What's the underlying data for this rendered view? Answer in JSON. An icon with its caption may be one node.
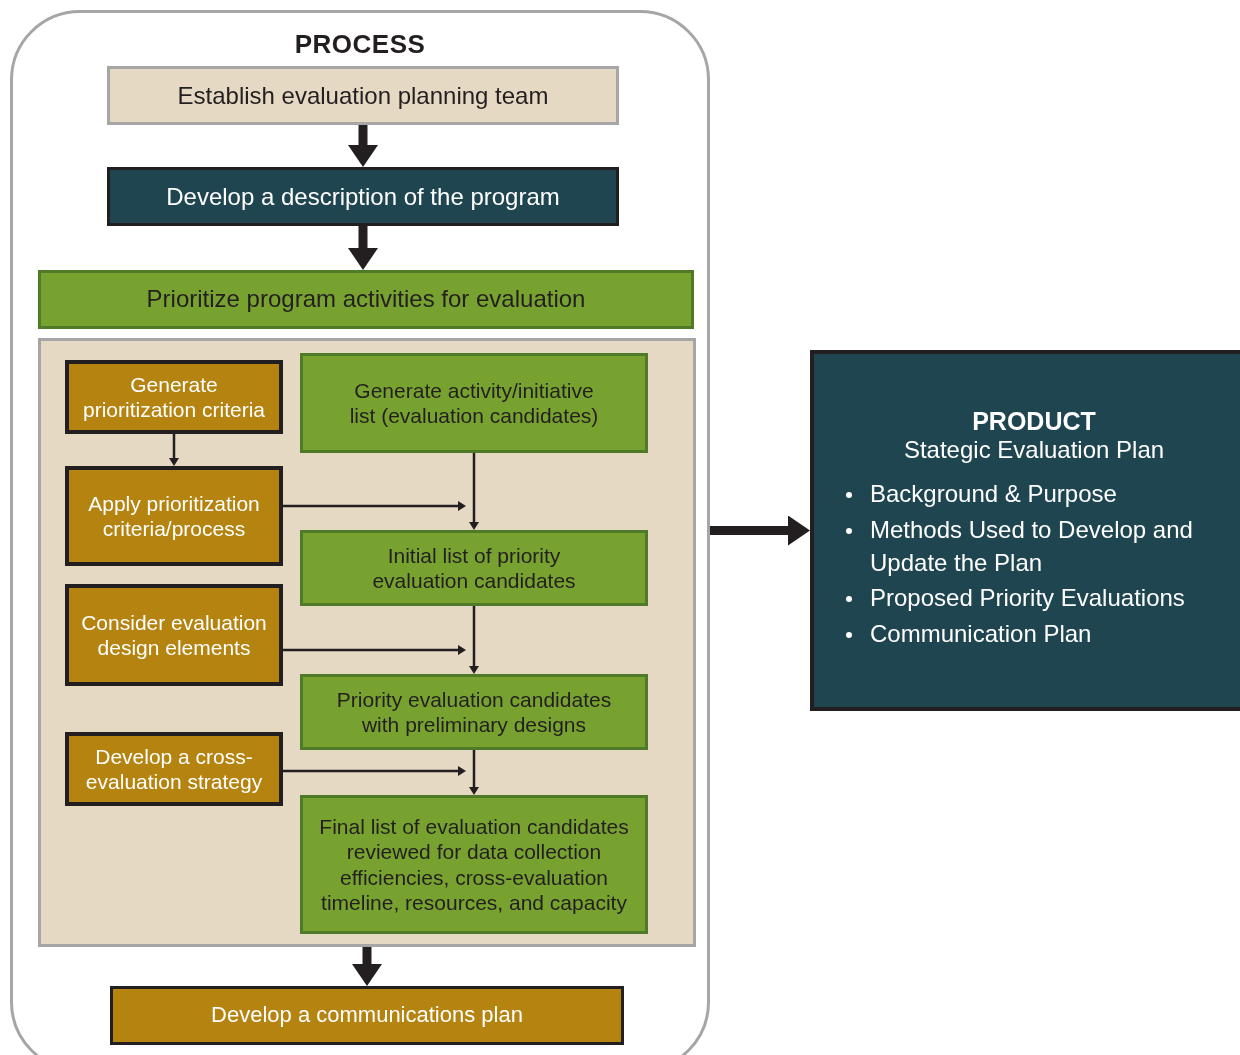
{
  "diagram": {
    "nodes": [
      {
        "text": [
          "PROCESS"
        ]
      },
      {
        "text": [
          "Establish evaluation planning team"
        ],
        "in": 0
      },
      {
        "text": [
          "Develop a description of the program"
        ],
        "in": 0
      },
      {
        "text": [
          "Prioritize program activities for evaluation"
        ],
        "in": 0
      },
      {
        "text": [],
        "shape": "box",
        "in": 0
      },
      {
        "text": [
          "Generate prioritization criteria"
        ],
        "in": 4
      },
      {
        "text": [
          "Generate activity/initiative list (evaluation candidates)"
        ],
        "in": 4
      },
      {
        "text": [
          "Apply prioritization criteria/process"
        ],
        "in": 4
      },
      {
        "text": [
          "Initial list of priority evaluation candidates"
        ],
        "in": 4
      },
      {
        "text": [
          "Consider evaluation design elements"
        ],
        "in": 4
      },
      {
        "text": [
          "Priority evaluation candidates with preliminary designs"
        ],
        "in": 4
      },
      {
        "text": [
          "Develop a cross-evaluation strategy"
        ],
        "in": 4
      },
      {
        "text": [
          "Final list of evaluation candidates reviewed for data collection efficiencies, cross-evaluation timeline, resources, and capacity"
        ],
        "in": 4
      },
      {
        "text": [
          "Develop a communications plan"
        ],
        "in": 0
      },
      {
        "text": [
          "PRODUCT",
          "Stategic Evaluation Plan",
          "Background & Purpose",
          "Methods Used to Develop and Update the Plan",
          "Proposed Priority Evaluations",
          "Communication Plan"
        ]
      }
    ],
    "edges": [
      {
        "from": 1,
        "to": 2,
        "arrow": "to",
        "style": "thick"
      },
      {
        "from": 2,
        "to": 3,
        "arrow": "to",
        "style": "thick"
      },
      {
        "from": 5,
        "to": 7,
        "arrow": "to"
      },
      {
        "from": 6,
        "to": 8,
        "arrow": "to"
      },
      {
        "from": 7,
        "to": 8,
        "arrow": "to"
      },
      {
        "from": 8,
        "to": 10,
        "arrow": "to"
      },
      {
        "from": 9,
        "to": 10,
        "arrow": "to"
      },
      {
        "from": 10,
        "to": 12,
        "arrow": "to"
      },
      {
        "from": 11,
        "to": 12,
        "arrow": "to"
      },
      {
        "from": 4,
        "to": 13,
        "arrow": "to",
        "style": "thick"
      },
      {
        "from": 0,
        "to": 14,
        "arrow": "to",
        "style": "thick"
      }
    ]
  }
}
